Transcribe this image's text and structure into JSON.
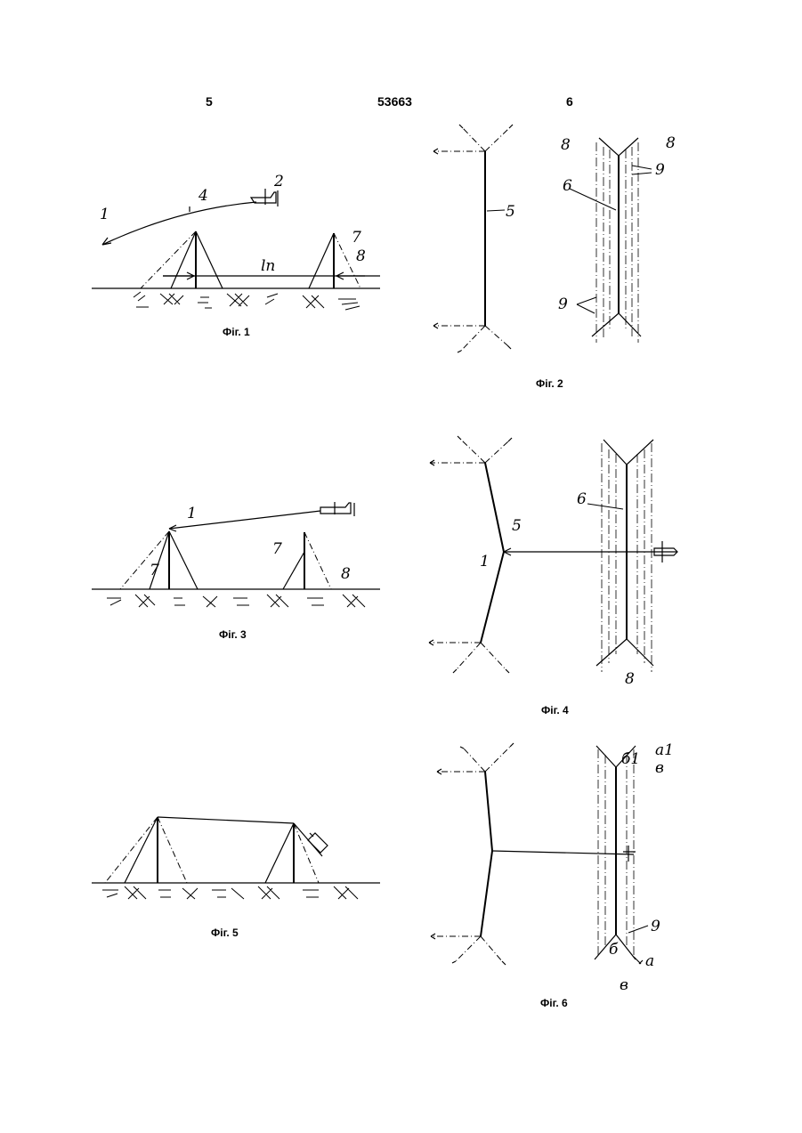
{
  "header": {
    "page_left": "5",
    "patent_number": "53663",
    "page_right": "6"
  },
  "captions": {
    "fig1": "Фіг. 1",
    "fig2": "Фіг. 2",
    "fig3": "Фіг. 3",
    "fig4": "Фіг. 4",
    "fig5": "Фіг. 5",
    "fig6": "Фіг. 6"
  },
  "labels": {
    "fig1": {
      "n1": "1",
      "n2": "2",
      "n4": "4",
      "n7": "7",
      "n8": "8",
      "ln": "ln"
    },
    "fig2": {
      "n5": "5",
      "n8a": "8",
      "n8b": "8",
      "n9a": "9",
      "n6": "6",
      "n9b": "9"
    },
    "fig3": {
      "n1": "1",
      "n7a": "7",
      "n7b": "7",
      "n8": "8"
    },
    "fig4": {
      "n6": "6",
      "n5": "5",
      "n1": "1",
      "n8": "8"
    },
    "fig6": {
      "b1": "б1",
      "a1": "а1",
      "v1": "в",
      "n9": "9",
      "b2": "б",
      "a2": "а",
      "v2": "в"
    }
  }
}
